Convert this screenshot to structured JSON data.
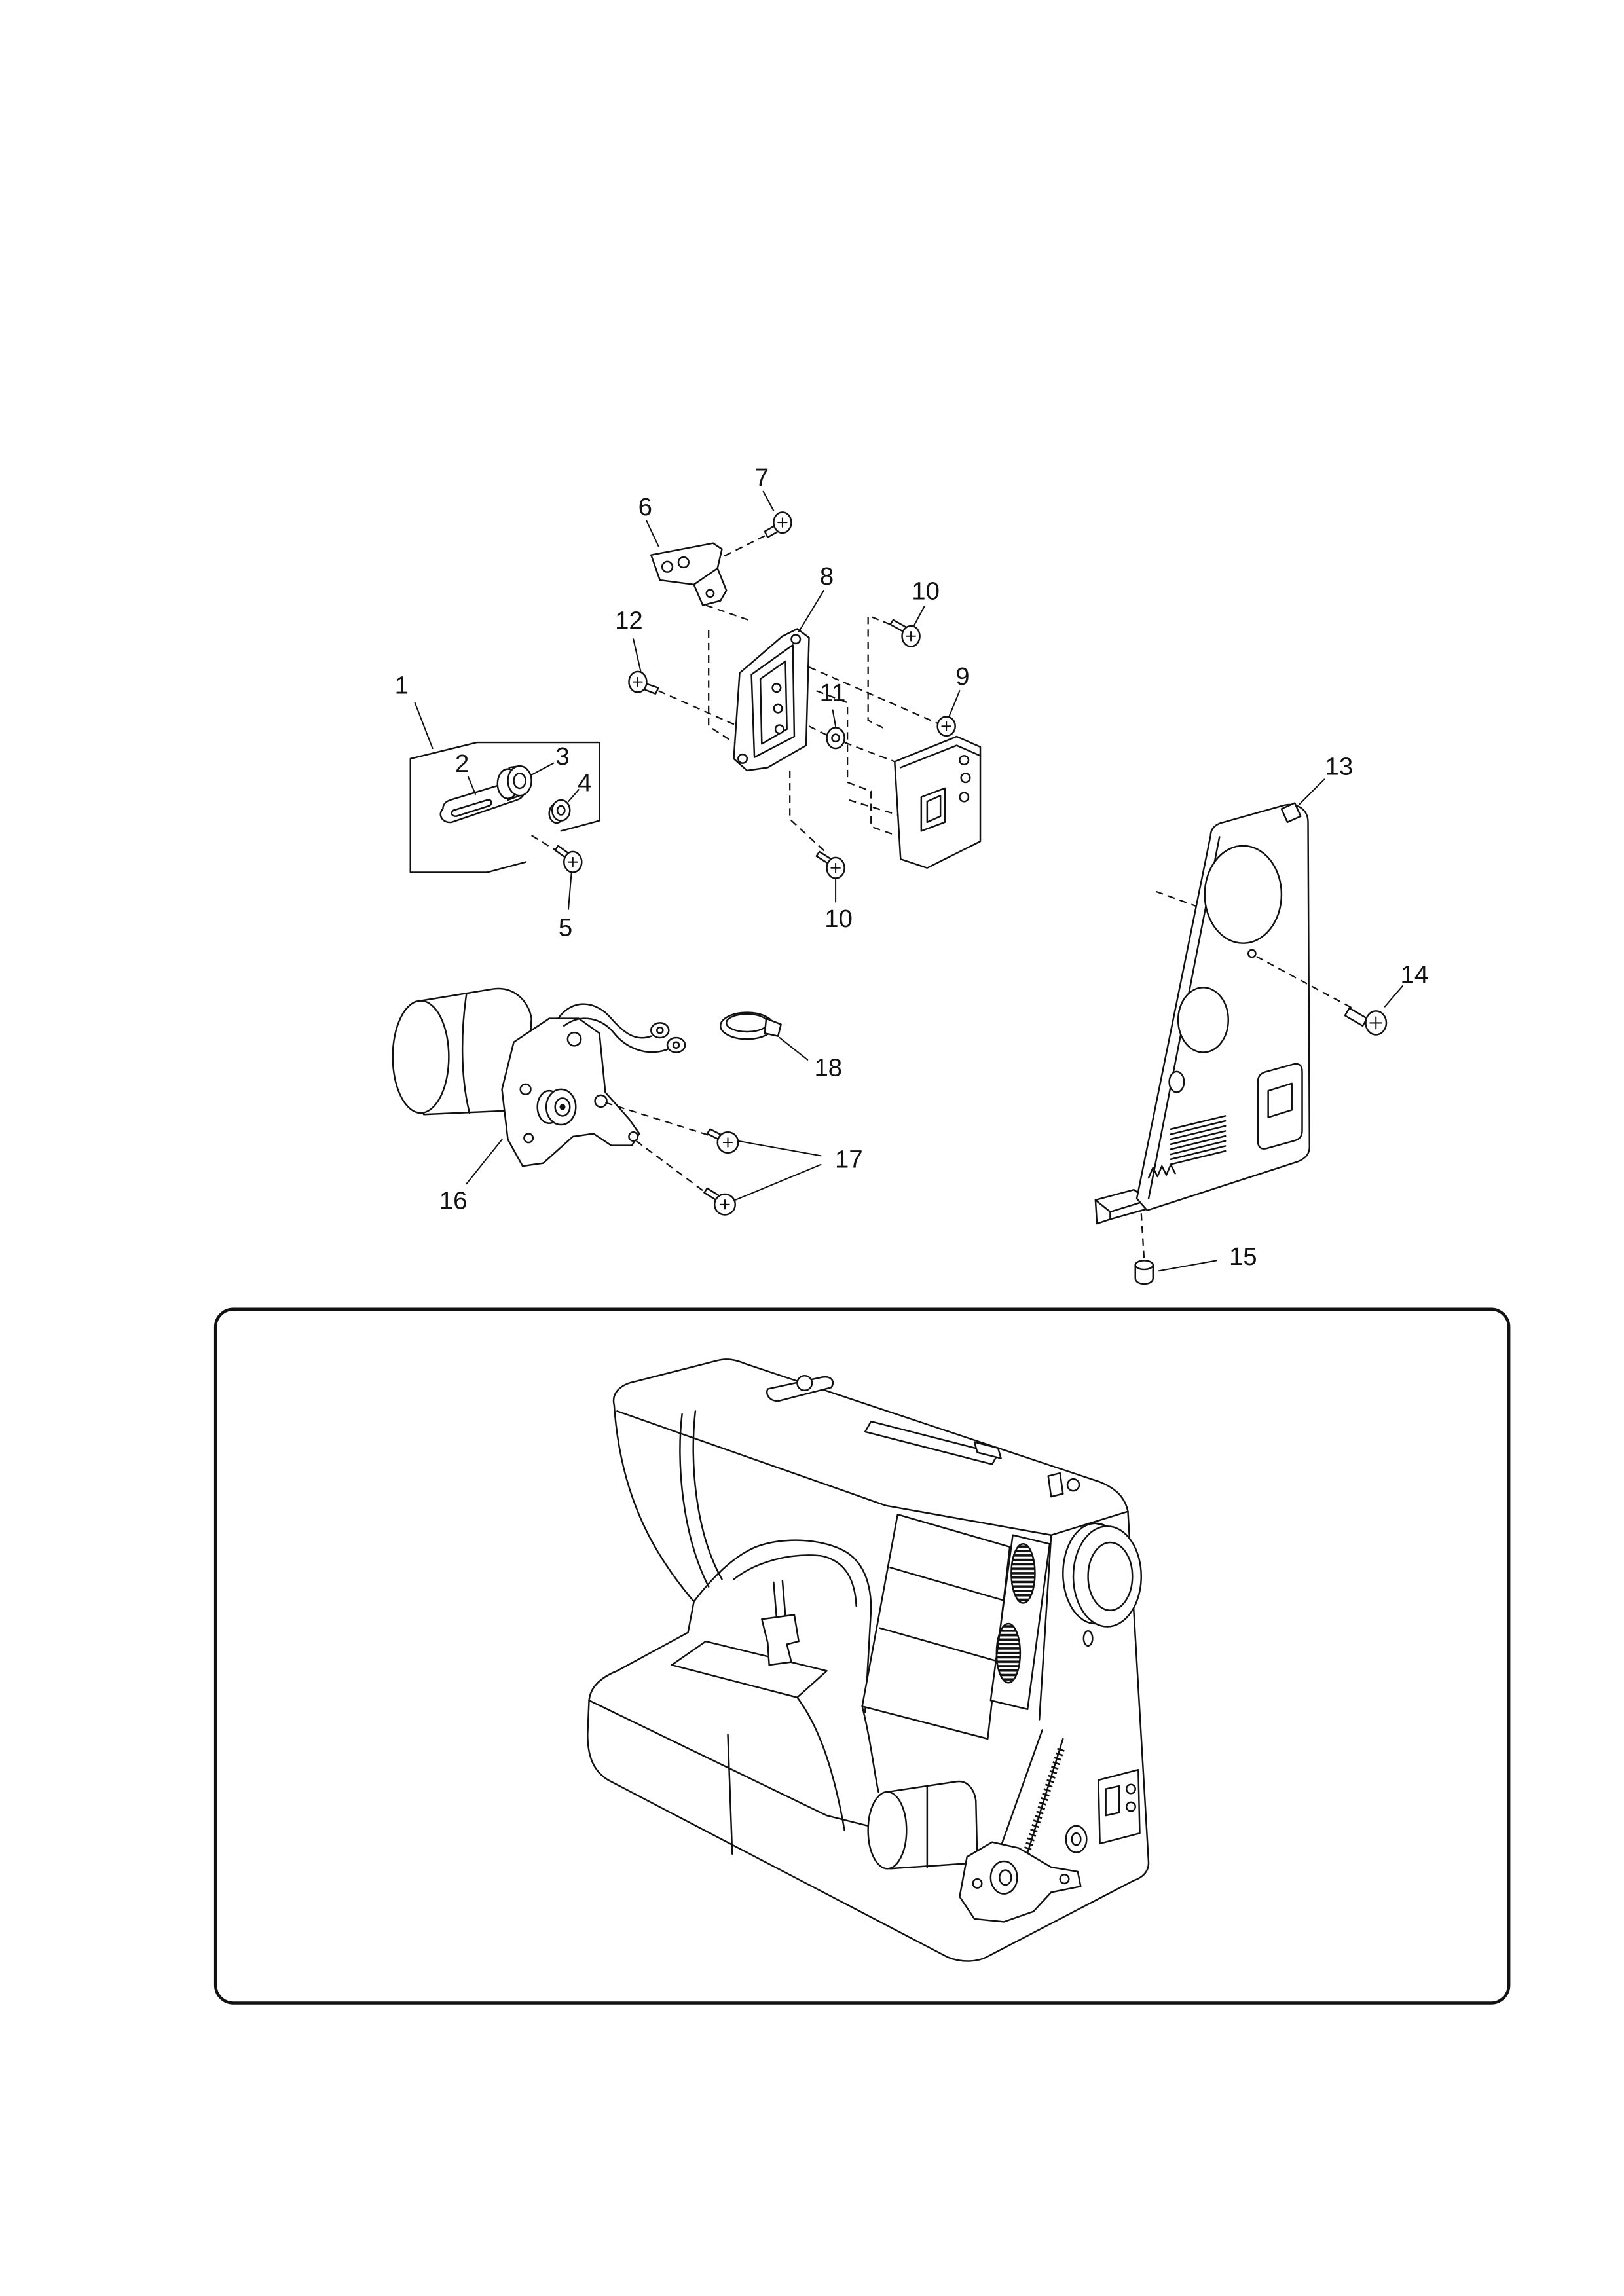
{
  "callouts": {
    "part_1": "1",
    "part_2": "2",
    "part_3": "3",
    "part_4": "4",
    "part_5": "5",
    "part_6": "6",
    "part_7": "7",
    "part_8": "8",
    "part_9": "9",
    "part_10_upper": "10",
    "part_10_lower": "10",
    "part_11": "11",
    "part_12": "12",
    "part_13": "13",
    "part_14": "14",
    "part_15": "15",
    "part_16": "16",
    "part_17": "17",
    "part_18": "18"
  },
  "colors": {
    "line": "#111111",
    "background": "#ffffff"
  }
}
